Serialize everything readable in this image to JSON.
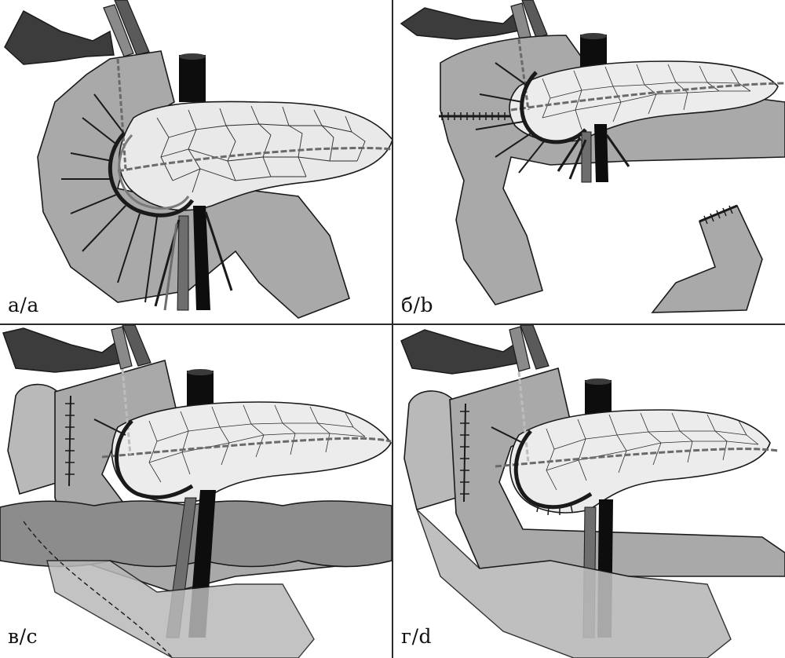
{
  "figure": {
    "panels": [
      {
        "id": "a",
        "label": "а/a"
      },
      {
        "id": "b",
        "label": "б/b"
      },
      {
        "id": "c",
        "label": "в/c"
      },
      {
        "id": "d",
        "label": "г/d"
      }
    ]
  },
  "colors": {
    "background": "#ffffff",
    "outline": "#1a1a1a",
    "duodenum": "#a9a9a9",
    "pancreas": "#e9e9e9",
    "gallbladder": "#3c3c3c",
    "bile_duct": "#8a8a8a",
    "vein": "#0d0d0d",
    "artery": "#6e6e6e",
    "colon": "#8c8c8c",
    "jejunum": "#b9b9b9",
    "lobule_lines": "#2b2b2b"
  }
}
